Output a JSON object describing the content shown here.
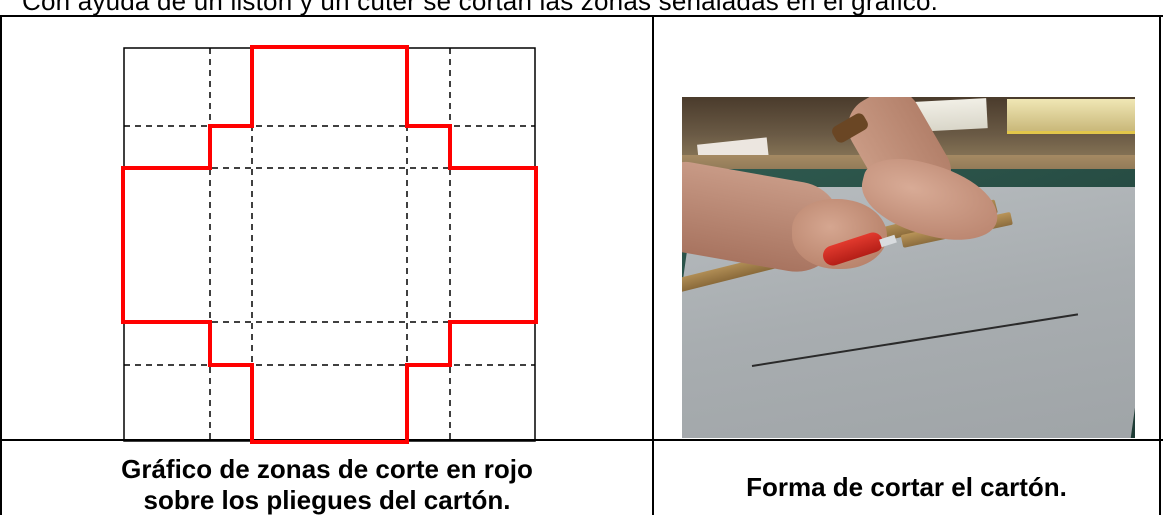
{
  "header": {
    "clipped_text": "Con ayuda de un listón y un cúter se cortan las zonas señaladas en el gráfico."
  },
  "left_cell": {
    "caption_line1": "Gráfico  de zonas de corte en  rojo",
    "caption_line2": "sobre los pliegues del cartón."
  },
  "right_cell": {
    "caption": "Forma de cortar el cartón."
  },
  "colors": {
    "cut_line": "#ff0000",
    "fold_line": "#000000",
    "border": "#000000"
  }
}
